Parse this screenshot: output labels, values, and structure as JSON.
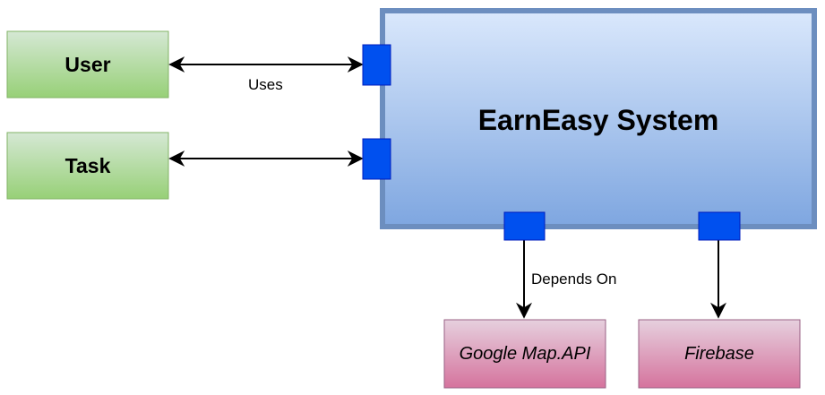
{
  "system": {
    "label": "EarnEasy System"
  },
  "entities": [
    {
      "id": "user",
      "label": "User"
    },
    {
      "id": "task",
      "label": "Task"
    }
  ],
  "services": [
    {
      "id": "google-map-api",
      "label": "Google Map.API"
    },
    {
      "id": "firebase",
      "label": "Firebase"
    }
  ],
  "connectors": {
    "uses": "Uses",
    "depends_on": "Depends On"
  },
  "colors": {
    "system_gradient_top": "#dae8fc",
    "system_gradient_bottom": "#7ea6e0",
    "system_border": "#6c8ebf",
    "entity_gradient_top": "#d5e8d4",
    "entity_gradient_bottom": "#97d077",
    "entity_border": "#82b366",
    "service_gradient_top": "#e6d0de",
    "service_gradient_bottom": "#d5739d",
    "service_border": "#996185",
    "port_fill": "#0050ef",
    "port_border": "#001dbc"
  }
}
